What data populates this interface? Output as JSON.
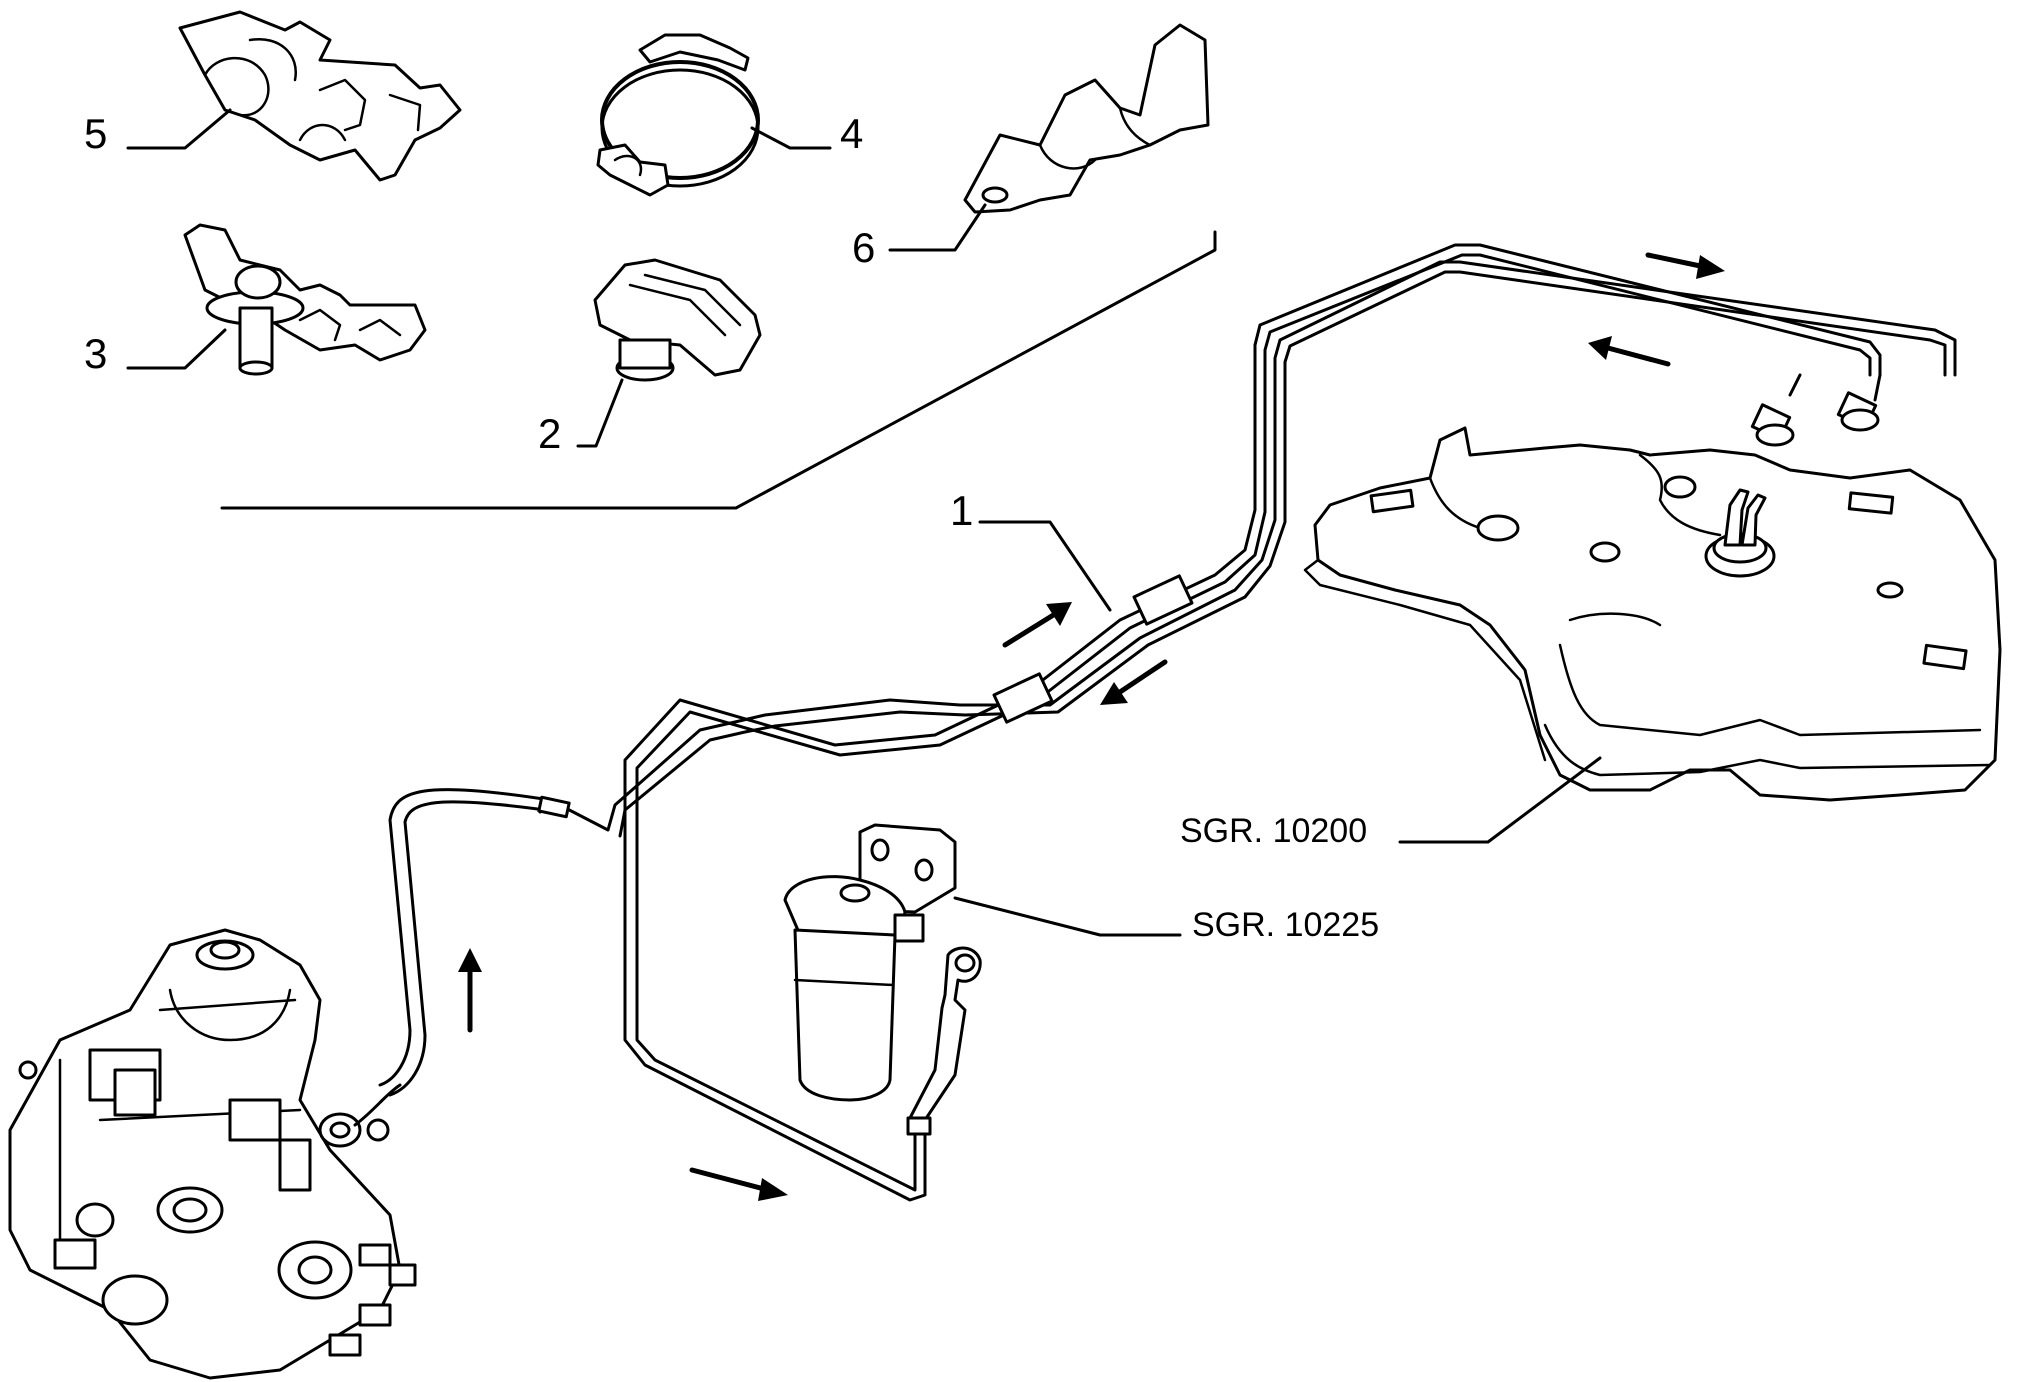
{
  "callouts": [
    {
      "id": "1",
      "text": "1"
    },
    {
      "id": "2",
      "text": "2"
    },
    {
      "id": "3",
      "text": "3"
    },
    {
      "id": "4",
      "text": "4"
    },
    {
      "id": "5",
      "text": "5"
    },
    {
      "id": "6",
      "text": "6"
    }
  ],
  "references": {
    "tank": "SGR. 10200",
    "filter": "SGR. 10225"
  },
  "colors": {
    "line": "#000000",
    "background": "#ffffff"
  }
}
